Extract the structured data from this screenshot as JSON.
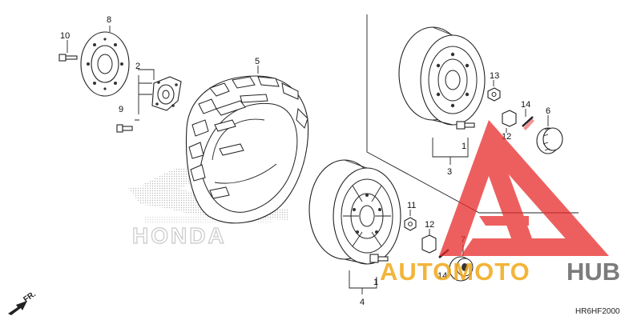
{
  "diagram": {
    "code": "HR6HF2000",
    "front_mark": "FR.",
    "callouts": {
      "c1a": "1",
      "c1b": "1",
      "c2": "2",
      "c3": "3",
      "c4": "4",
      "c5": "5",
      "c6": "6",
      "c7": "7",
      "c8": "8",
      "c9": "9",
      "c10": "10",
      "c11": "11",
      "c12a": "12",
      "c12b": "12",
      "c13": "13",
      "c14a": "14",
      "c14b": "14"
    }
  },
  "watermark": {
    "brand_honda": "HONDA",
    "brand_left": "AUTOMOTO",
    "brand_right": "HUB",
    "accent_color": "#f0a818",
    "gray_color": "#666666",
    "triangle_color": "#e82a2a"
  }
}
